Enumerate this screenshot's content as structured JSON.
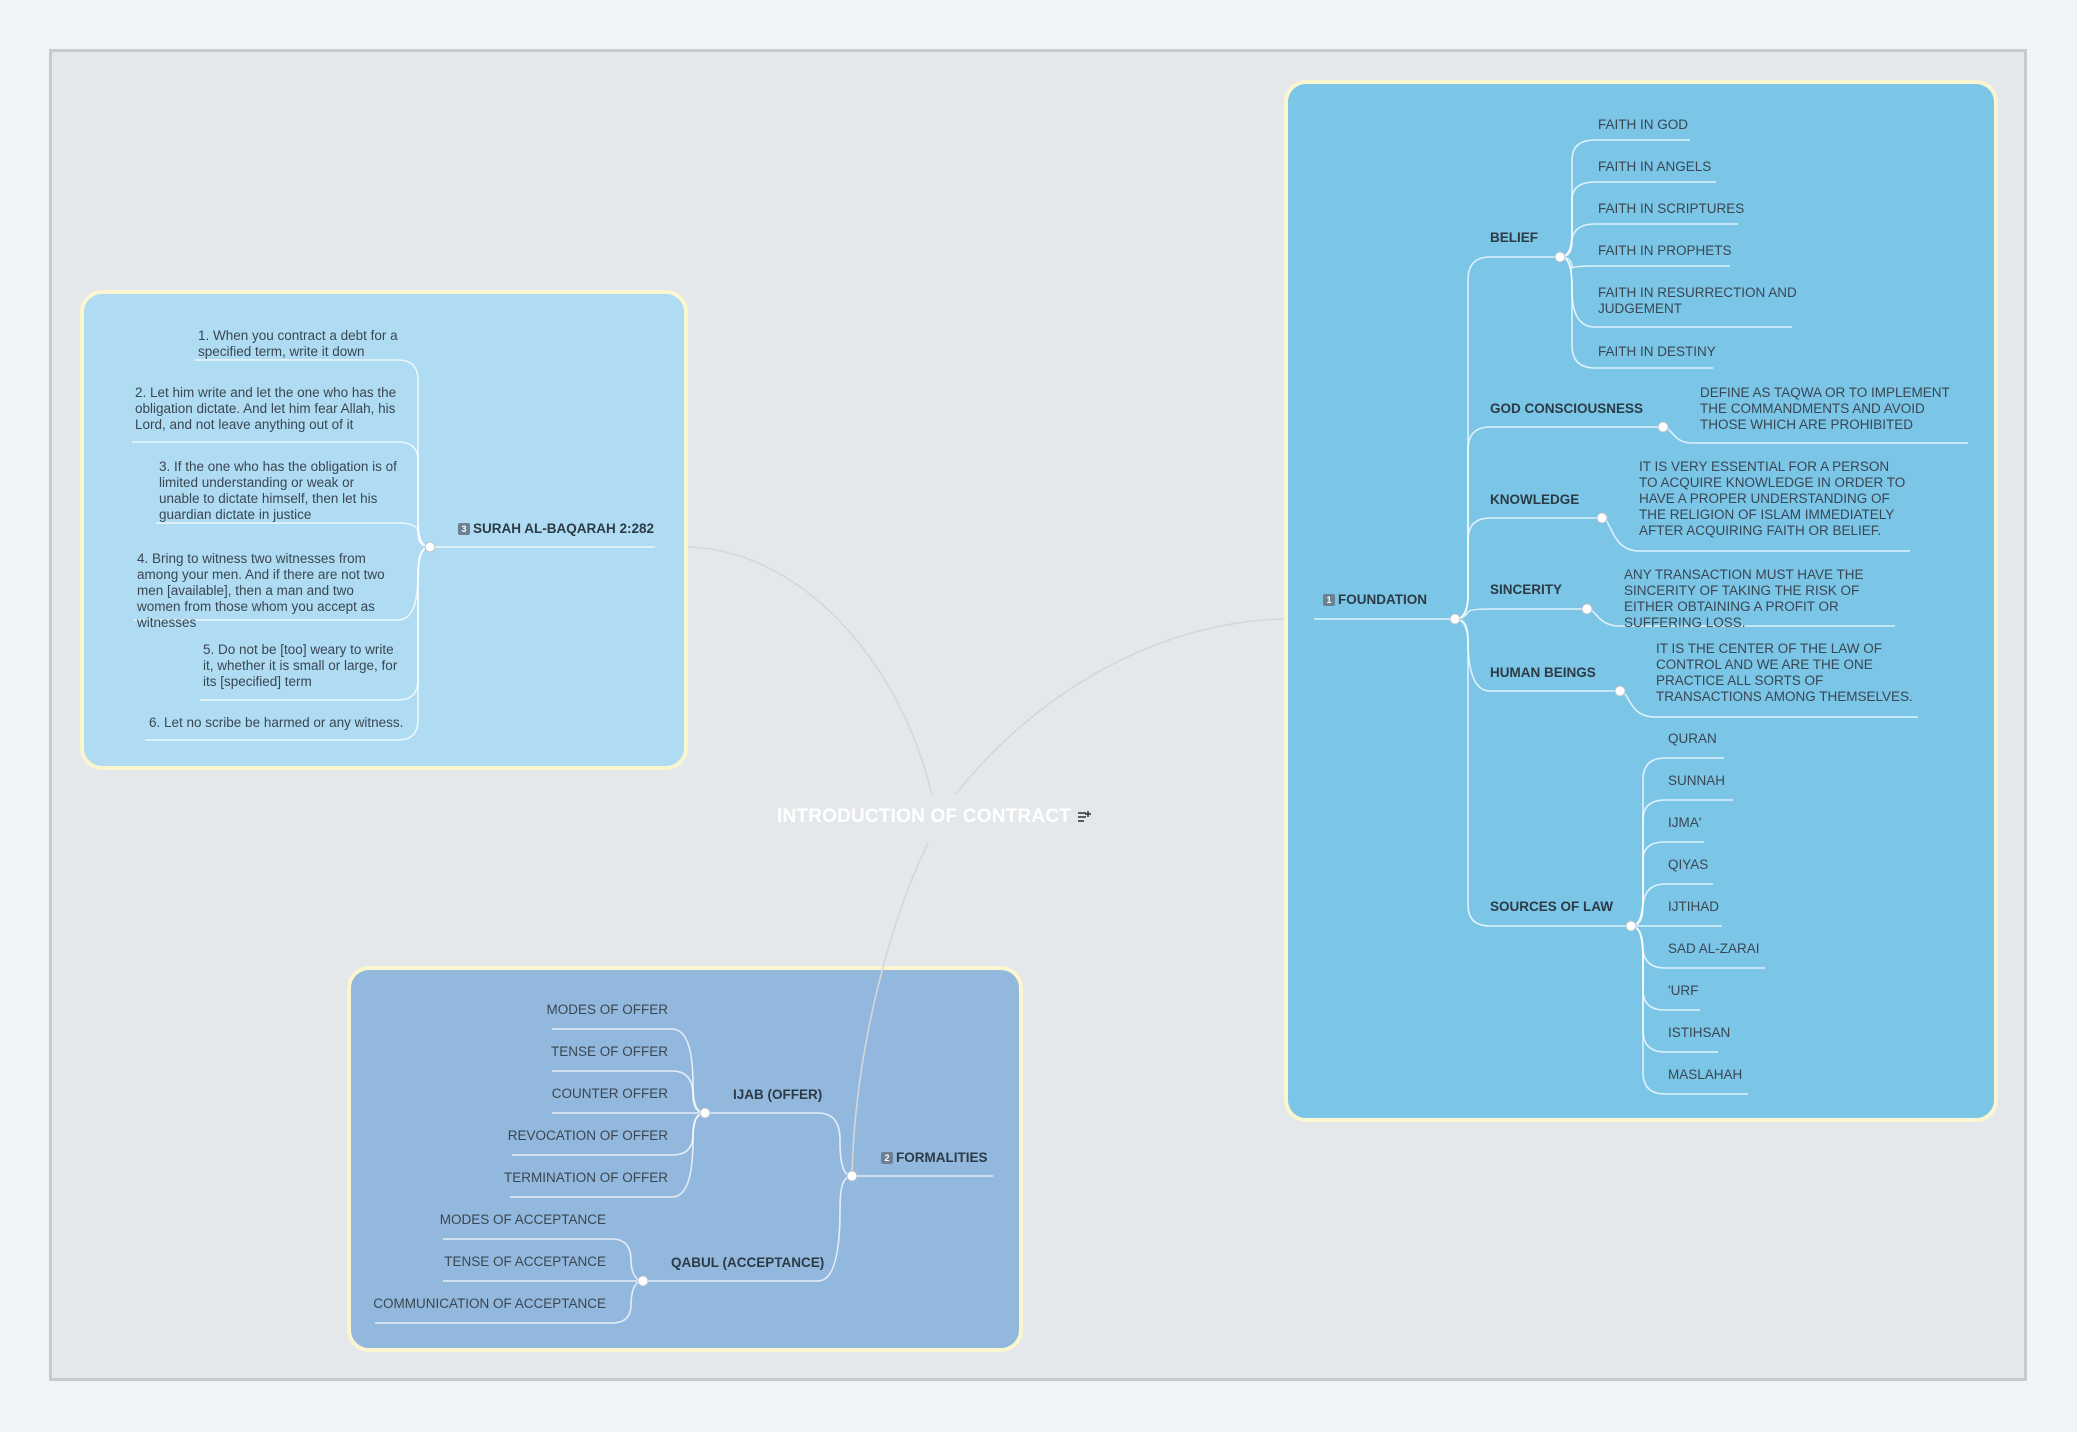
{
  "central": {
    "title": "INTRODUCTION OF CONTRACT",
    "notes_icon": "notes-icon"
  },
  "foundation": {
    "badge": "1",
    "title": "FOUNDATION",
    "belief": {
      "title": "BELIEF",
      "items": [
        "FAITH IN GOD",
        "FAITH IN ANGELS",
        "FAITH IN SCRIPTURES",
        "FAITH IN PROPHETS",
        "FAITH IN RESURRECTION AND JUDGEMENT",
        "FAITH IN DESTINY"
      ]
    },
    "god_consciousness": {
      "title": "GOD CONSCIOUSNESS",
      "detail": "DEFINE AS TAQWA OR TO IMPLEMENT THE COMMANDMENTS AND AVOID THOSE WHICH ARE PROHIBITED"
    },
    "knowledge": {
      "title": "KNOWLEDGE",
      "detail": "IT IS VERY ESSENTIAL FOR A PERSON TO ACQUIRE KNOWLEDGE IN ORDER TO HAVE A PROPER UNDERSTANDING OF THE RELIGION OF ISLAM IMMEDIATELY AFTER ACQUIRING FAITH OR BELIEF."
    },
    "sincerity": {
      "title": "SINCERITY",
      "detail": "ANY TRANSACTION MUST HAVE THE SINCERITY OF TAKING THE RISK OF EITHER OBTAINING A PROFIT OR SUFFERING LOSS."
    },
    "human_beings": {
      "title": "HUMAN BEINGS",
      "detail": "IT IS THE CENTER OF THE LAW OF CONTROL AND WE ARE THE ONE PRACTICE ALL SORTS OF TRANSACTIONS AMONG THEMSELVES."
    },
    "sources_of_law": {
      "title": "SOURCES OF LAW",
      "items": [
        "QURAN",
        "SUNNAH",
        "IJMA'",
        "QIYAS",
        "IJTIHAD",
        "SAD AL-ZARAI",
        "'URF",
        "ISTIHSAN",
        "MASLAHAH"
      ]
    }
  },
  "surah": {
    "badge": "3",
    "title": "SURAH AL-BAQARAH 2:282",
    "items": [
      "1. When you contract a debt for a specified term, write it down",
      "2.  Let him write and let the one who has the obligation dictate. And let him fear Allah, his Lord, and not leave anything out of it",
      "3. If the one who has the obligation is of limited understanding or weak or unable to dictate himself, then let his guardian dictate in justice",
      "4.  Bring to witness two witnesses from among your men. And if there are not two men [available], then a man and two women from those whom you accept as witnesses",
      "5. Do not be [too] weary to write it, whether it is small or large, for its [specified] term",
      "6. Let no scribe be harmed or any witness."
    ]
  },
  "formalities": {
    "badge": "2",
    "title": "FORMALITIES",
    "ijab": {
      "title": "IJAB (OFFER)",
      "items": [
        "MODES OF OFFER",
        "TENSE OF OFFER",
        "COUNTER OFFER",
        "REVOCATION OF OFFER",
        "TERMINATION OF OFFER"
      ]
    },
    "qabul": {
      "title": "QABUL (ACCEPTANCE)",
      "items": [
        "MODES OF ACCEPTANCE",
        "TENSE OF ACCEPTANCE",
        "COMMUNICATION OF ACCEPTANCE"
      ]
    }
  }
}
